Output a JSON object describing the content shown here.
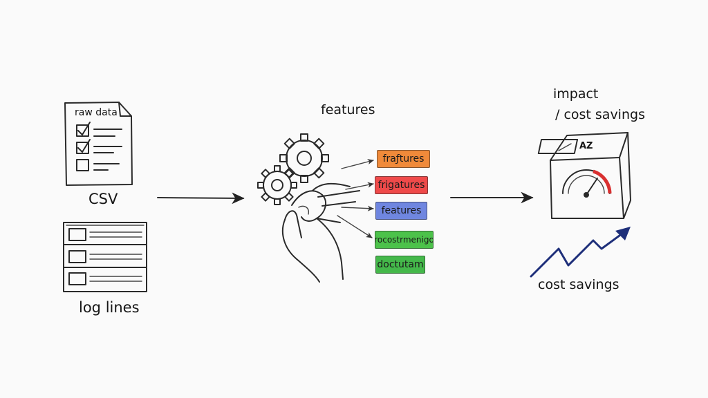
{
  "source": {
    "doc_title": "raw data",
    "csv_label": "CSV",
    "log_label": "log lines"
  },
  "process": {
    "title": "features",
    "tags": [
      {
        "label": "fraƒtures",
        "color": "#f08a3a"
      },
      {
        "label": "frigatures",
        "color": "#ef4a4a"
      },
      {
        "label": "features",
        "color": "#6f86e0"
      },
      {
        "label": "rocostrmenigo",
        "color": "#4cc24a"
      },
      {
        "label": "doctutam",
        "color": "#44b84a"
      }
    ]
  },
  "outcome": {
    "title_line1": "impact",
    "title_line2": "/ cost savings",
    "box_label": "AZ",
    "trend_label": "cost savings"
  },
  "colors": {
    "ink": "#2a2a2a",
    "trend": "#1e2f7a",
    "gauge_red": "#d93030"
  }
}
